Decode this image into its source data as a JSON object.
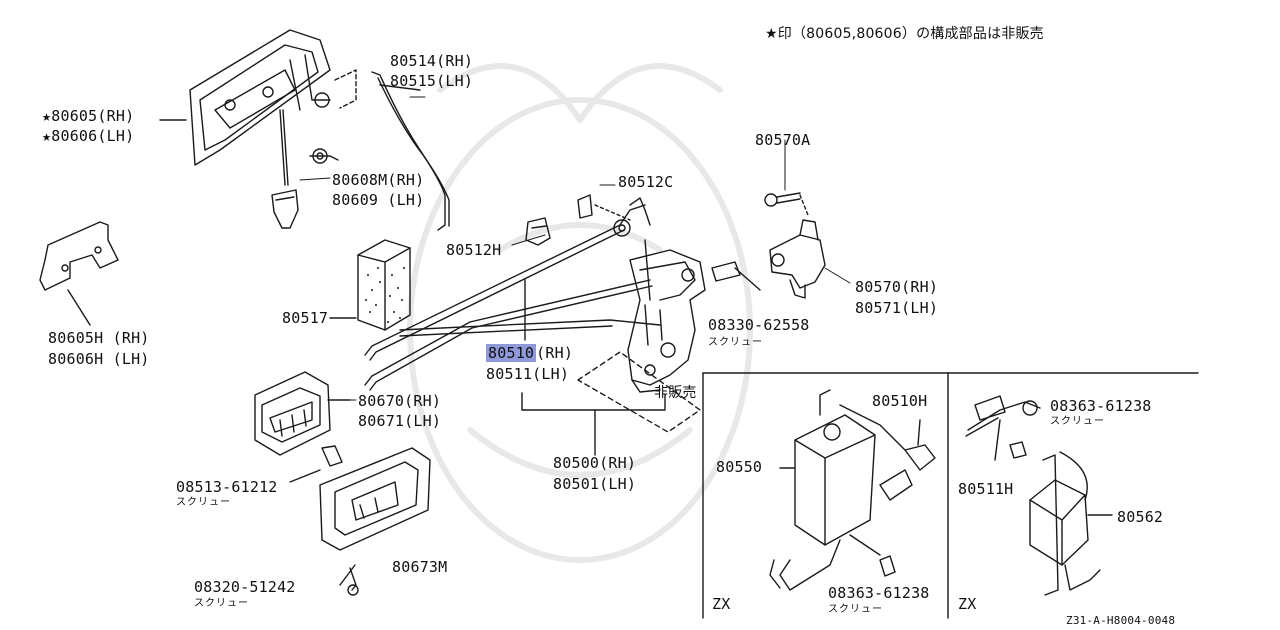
{
  "note": "★印（80605,80606）の構成部品は非販売",
  "screw_label": "スクリュー",
  "non_sale_label": "非販売",
  "catalog_code": "Z31-A-H8004-0048",
  "variant_label": "ZX",
  "highlight_color": "#8f98d9",
  "parts": {
    "p80514": "80514(RH)",
    "p80515": "80515(LH)",
    "p80605": "★80605(RH)",
    "p80606": "★80606(LH)",
    "p80608m": "80608M(RH)",
    "p80609": "80609 (LH)",
    "p80512c": "80512C",
    "p80570a": "80570A",
    "p80512h": "80512H",
    "p80605h": "80605H (RH)",
    "p80606h": "80606H (LH)",
    "p80570": "80570(RH)",
    "p80571": "80571(LH)",
    "p80517": "80517",
    "p08330": "08330-62558",
    "p80510": "80510",
    "p80510_side": "(RH)",
    "p80511": "80511(LH)",
    "p80670": "80670(RH)",
    "p80671": "80671(LH)",
    "p80500": "80500(RH)",
    "p80501": "80501(LH)",
    "p08513": "08513-61212",
    "p80673m": "80673M",
    "p08320": "08320-51242",
    "p80510h": "80510H",
    "p80550": "80550",
    "p08363a": "08363-61238",
    "p08363b": "08363-61238",
    "p80511h": "80511H",
    "p80562": "80562"
  }
}
